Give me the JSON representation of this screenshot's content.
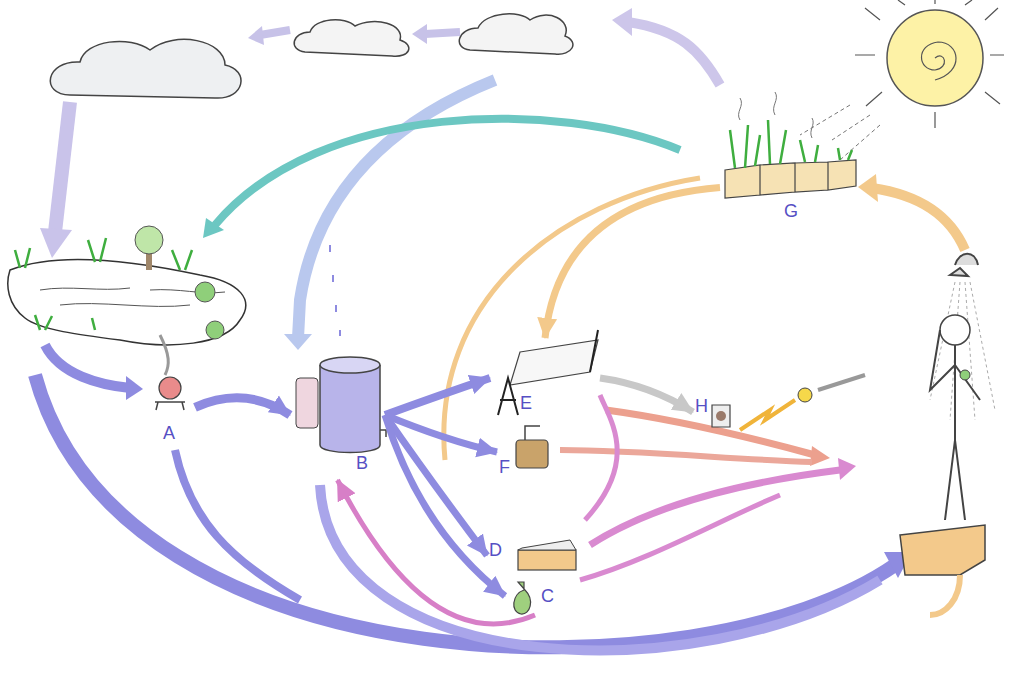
{
  "diagram": {
    "nodes": [
      {
        "text": [
          "A"
        ]
      },
      {
        "text": [
          "B"
        ]
      },
      {
        "text": [
          "E"
        ]
      },
      {
        "text": [
          "F"
        ]
      },
      {
        "text": [
          "D"
        ]
      },
      {
        "text": [
          "C"
        ]
      },
      {
        "text": [
          "H"
        ]
      },
      {
        "text": [
          "G"
        ]
      }
    ],
    "edges": [
      {
        "from": 0,
        "to": 1,
        "arrow": "to"
      },
      {
        "from": 1,
        "to": 2,
        "arrow": "to"
      },
      {
        "from": 1,
        "to": 3,
        "arrow": "to"
      },
      {
        "from": 1,
        "to": 4,
        "arrow": "to"
      },
      {
        "from": 1,
        "to": 5,
        "arrow": "to"
      },
      {
        "from": 2,
        "to": 6,
        "arrow": "to"
      },
      {
        "from": 7,
        "to": 2,
        "arrow": "to"
      },
      {
        "from": 5,
        "to": 1,
        "arrow": "to"
      }
    ]
  }
}
